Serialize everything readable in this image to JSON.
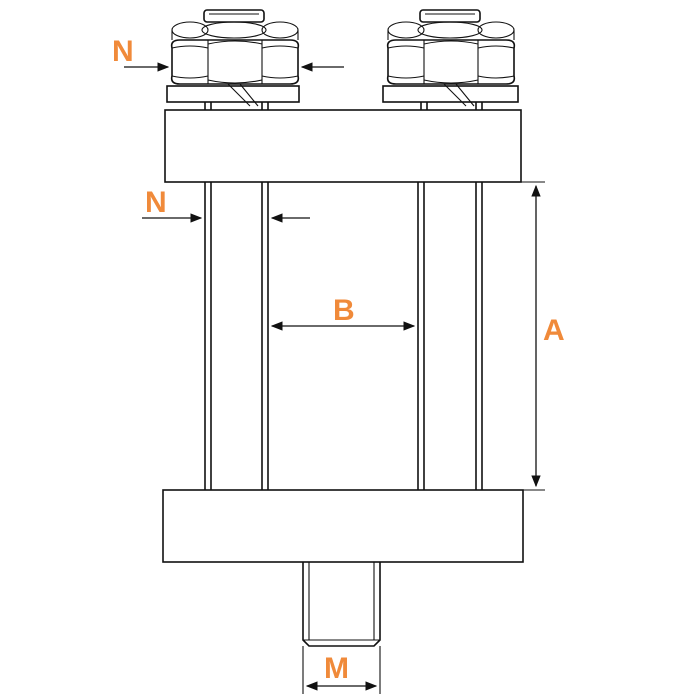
{
  "diagram": {
    "label_color": "#f08a3a",
    "line_color": "#111111",
    "labels": {
      "nut_width": "N",
      "rod_diameter": "N",
      "rod_spacing": "B",
      "plate_gap": "A",
      "bottom_thread": "M"
    }
  }
}
